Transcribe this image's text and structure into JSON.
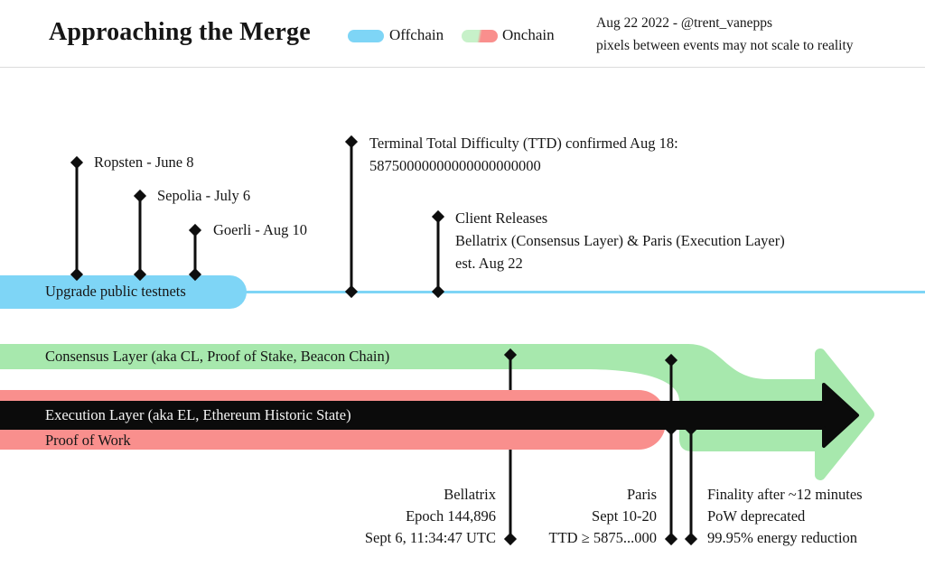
{
  "header": {
    "title": "Approaching the Merge",
    "legend": [
      {
        "label": "Offchain",
        "swatch": "blue-pill"
      },
      {
        "label": "Onchain",
        "swatch": "green-red-pill"
      }
    ],
    "credit_line1": "Aug 22 2022 - @trent_vanepps",
    "credit_line2": "pixels between events may not scale to reality"
  },
  "colors": {
    "blue": "#7ed5f6",
    "green": "#a7e8ad",
    "legend-green": "#c7f1c9",
    "red": "#f98f8d",
    "ink": "#101010"
  },
  "offchain": {
    "bar_label": "Upgrade public testnets",
    "events": [
      {
        "label": "Ropsten - June 8"
      },
      {
        "label": "Sepolia - July 6"
      },
      {
        "label": "Goerli - Aug 10"
      },
      {
        "lines": [
          "Terminal Total Difficulty (TTD) confirmed Aug 18:",
          "58750000000000000000000"
        ]
      },
      {
        "lines": [
          "Client Releases",
          "Bellatrix (Consensus Layer) & Paris (Execution Layer)",
          "est. Aug 22"
        ]
      }
    ]
  },
  "onchain": {
    "consensus_label": "Consensus Layer (aka CL, Proof of Stake, Beacon Chain)",
    "execution_label": "Execution Layer (aka EL, Ethereum Historic State)",
    "pow_label": "Proof of Work",
    "events": [
      {
        "lines": [
          "Bellatrix",
          "Epoch 144,896",
          "Sept 6, 11:34:47 UTC"
        ]
      },
      {
        "lines": [
          "Paris",
          "Sept 10-20",
          "TTD ≥ 5875...000"
        ]
      },
      {
        "lines": [
          "Finality after ~12 minutes",
          "PoW deprecated",
          "99.95% energy reduction"
        ]
      }
    ]
  }
}
